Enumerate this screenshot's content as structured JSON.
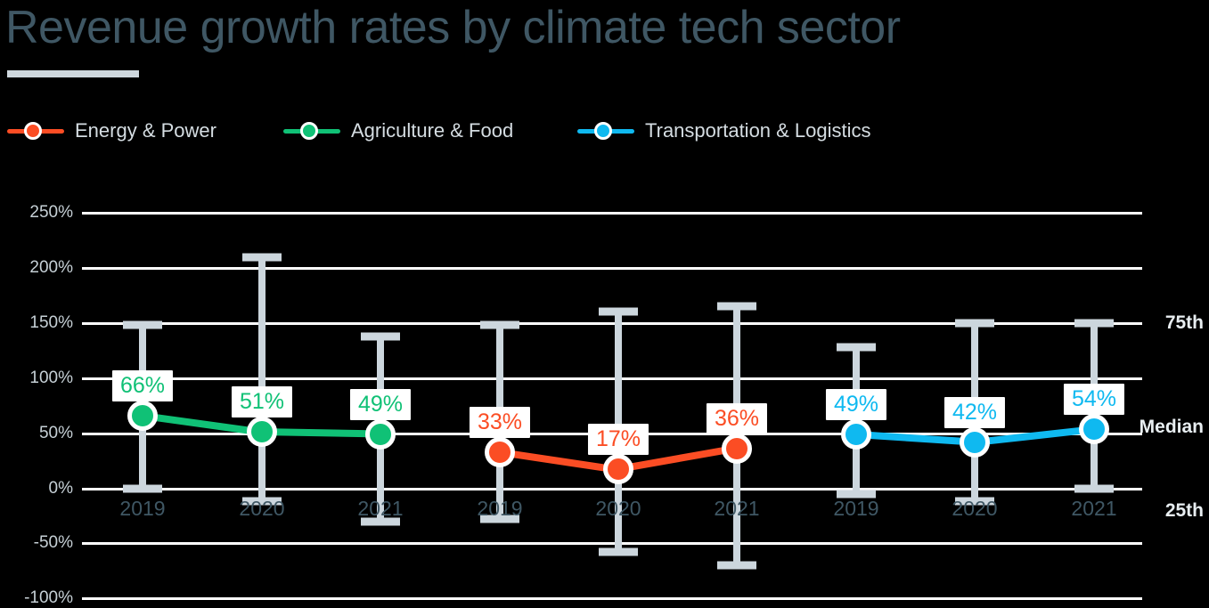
{
  "header": {
    "title": "Revenue growth rates by climate tech sector",
    "title_color": "#3f5764",
    "accent_bar_color": "#cfd8de"
  },
  "legend": {
    "position": "top-left",
    "items": [
      {
        "label": "Energy & Power",
        "color": "#fb4d24"
      },
      {
        "label": "Agriculture & Food",
        "color": "#10c176"
      },
      {
        "label": "Transportation & Logistics",
        "color": "#0fb9f0"
      }
    ]
  },
  "annotations": {
    "right_labels": [
      {
        "text": "75th",
        "value": 150
      },
      {
        "text": "Median",
        "value": 50
      },
      {
        "text": "25th",
        "value": -8
      }
    ]
  },
  "chart_data": {
    "type": "line",
    "title": "Revenue growth rates by climate tech sector",
    "xlabel": "",
    "ylabel": "",
    "ylim": [
      -100,
      250
    ],
    "ytick_labels": [
      "250%",
      "200%",
      "150%",
      "100%",
      "50%",
      "0%",
      "-50%",
      "-100%"
    ],
    "ytick_values": [
      250,
      200,
      150,
      100,
      50,
      0,
      -50,
      -100
    ],
    "grid": true,
    "categories": [
      "2019",
      "2020",
      "2021"
    ],
    "error_bars": "25th to 75th percentile range",
    "value_format": "percent",
    "series": [
      {
        "name": "Agriculture & Food",
        "color": "#10c176",
        "x": [
          "2019",
          "2020",
          "2021"
        ],
        "values": [
          66,
          51,
          49
        ],
        "labels": [
          "66%",
          "51%",
          "49%"
        ],
        "p25": [
          0,
          -12,
          -30
        ],
        "p75": [
          148,
          210,
          138
        ]
      },
      {
        "name": "Energy & Power",
        "color": "#fb4d24",
        "x": [
          "2019",
          "2020",
          "2021"
        ],
        "values": [
          33,
          17,
          36
        ],
        "labels": [
          "33%",
          "17%",
          "36%"
        ],
        "p25": [
          -28,
          -58,
          -70
        ],
        "p75": [
          148,
          160,
          165
        ]
      },
      {
        "name": "Transportation & Logistics",
        "color": "#0fb9f0",
        "x": [
          "2019",
          "2020",
          "2021"
        ],
        "values": [
          49,
          42,
          54
        ],
        "labels": [
          "49%",
          "42%",
          "54%"
        ],
        "p25": [
          -5,
          -12,
          0
        ],
        "p75": [
          128,
          150,
          150
        ]
      }
    ],
    "group_tick_labels": [
      "2019",
      "2020",
      "2021",
      "2019",
      "2020",
      "2021",
      "2019",
      "2020",
      "2021"
    ]
  }
}
